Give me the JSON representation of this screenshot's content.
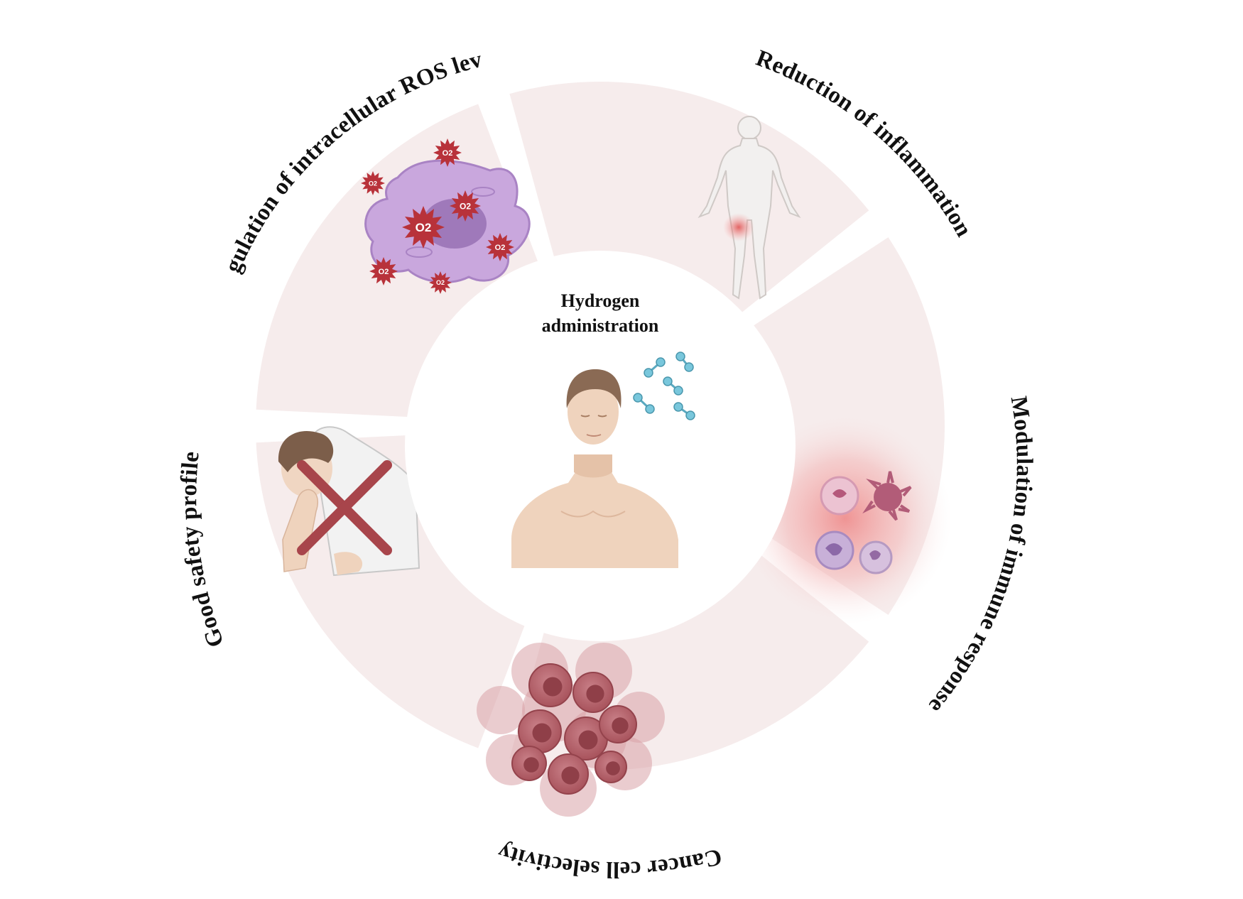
{
  "center": {
    "title_line1": "Hydrogen",
    "title_line2": "administration",
    "icon": "human-torso-with-hydrogen-molecules"
  },
  "segments": [
    {
      "id": "ros",
      "label": "Regulation of intracellular ROS levels",
      "icon": "cell-with-superoxide-radicals",
      "radical_label": "O2"
    },
    {
      "id": "inflammation",
      "label": "Reduction of inflammation",
      "icon": "human-body-inflamed-knee"
    },
    {
      "id": "immune",
      "label": "Modulation of immune response",
      "icon": "immune-cells"
    },
    {
      "id": "cancer",
      "label": "Cancer cell selectivity",
      "icon": "cancer-cell-cluster"
    },
    {
      "id": "safety",
      "label": "Good safety profile",
      "icon": "nausea-person-crossed-out"
    }
  ],
  "colors": {
    "segment_fill": "#f6ecec",
    "label_text": "#111111",
    "radical_red": "#b8323a",
    "cell_purple": "#c9a7dd",
    "cancer_red": "#b5636a",
    "cross_red": "#a8454b",
    "molecule_blue": "#79c7dc",
    "skin": "#efd3bd"
  }
}
